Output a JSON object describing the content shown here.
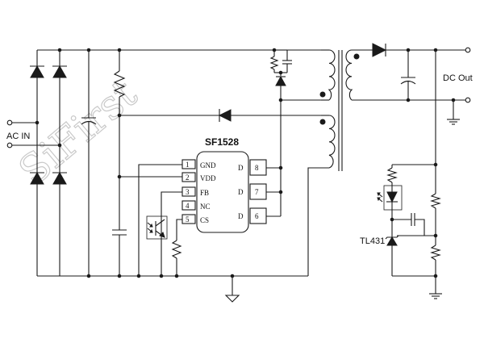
{
  "watermark": "SiFirst",
  "labels": {
    "ac_in": "AC IN",
    "dc_out": "DC Out",
    "ic_name": "SF1528",
    "tl431": "TL431"
  },
  "ic": {
    "left_pins": [
      {
        "num": "1",
        "name": "GND"
      },
      {
        "num": "2",
        "name": "VDD"
      },
      {
        "num": "3",
        "name": "FB"
      },
      {
        "num": "4",
        "name": "NC"
      },
      {
        "num": "5",
        "name": "CS"
      }
    ],
    "right_pins": [
      {
        "num": "8",
        "name": "D"
      },
      {
        "num": "7",
        "name": "D"
      },
      {
        "num": "6",
        "name": "D"
      }
    ]
  },
  "colors": {
    "line": "#1a1a1a",
    "watermark": "#c9c9c9"
  }
}
